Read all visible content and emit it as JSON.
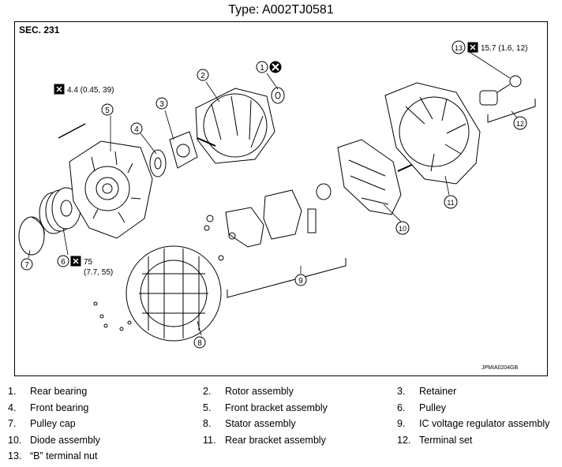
{
  "title": "Type: A002TJ0581",
  "section": "SEC. 231",
  "figure_id": "JPMIA0204GB",
  "callouts": [
    "1",
    "2",
    "3",
    "4",
    "5",
    "6",
    "7",
    "8",
    "9",
    "10",
    "11",
    "12",
    "13"
  ],
  "torques": {
    "t5": "4.4 (0.45, 39)",
    "t6_line1": "75",
    "t6_line2": "(7.7, 55)",
    "t13": "15.7 (1.6, 12)"
  },
  "legend": [
    {
      "num": "1.",
      "text": "Rear bearing"
    },
    {
      "num": "2.",
      "text": "Rotor assembly"
    },
    {
      "num": "3.",
      "text": "Retainer"
    },
    {
      "num": "4.",
      "text": "Front bearing"
    },
    {
      "num": "5.",
      "text": "Front bracket assembly"
    },
    {
      "num": "6.",
      "text": "Pulley"
    },
    {
      "num": "7.",
      "text": "Pulley cap"
    },
    {
      "num": "8.",
      "text": "Stator assembly"
    },
    {
      "num": "9.",
      "text": "IC voltage regulator assembly"
    },
    {
      "num": "10.",
      "text": "Diode assembly"
    },
    {
      "num": "11.",
      "text": "Rear bracket assembly"
    },
    {
      "num": "12.",
      "text": "Terminal set"
    },
    {
      "num": "13.",
      "text": "“B” terminal nut"
    }
  ]
}
